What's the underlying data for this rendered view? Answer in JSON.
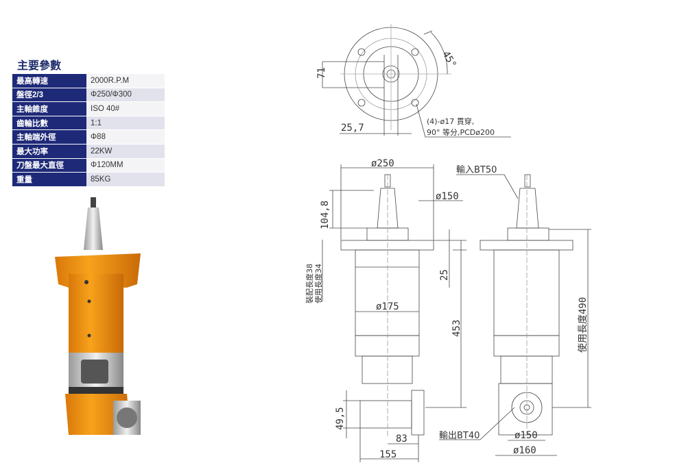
{
  "section_title": "主要參數",
  "specs": [
    {
      "label": "最高轉速",
      "value": "2000R.P.M"
    },
    {
      "label": "盤徑2/3",
      "value": "Φ250/Φ300"
    },
    {
      "label": "主軸錐度",
      "value": "ISO 40#"
    },
    {
      "label": "齒輪比數",
      "value": "1:1"
    },
    {
      "label": "主軸端外徑",
      "value": "Φ88"
    },
    {
      "label": "最大功率",
      "value": "22KW"
    },
    {
      "label": "刀盤最大直徑",
      "value": "Φ120MM"
    },
    {
      "label": "重量",
      "value": "85KG"
    }
  ],
  "drawing": {
    "top_view": {
      "angle": "45°",
      "dim_71": "71",
      "dim_257": "25,7",
      "hole_note_1": "(4)-ø17 貫穿,",
      "hole_note_2": "90° 等分,PCDø200"
    },
    "front_view": {
      "dia_250": "ø250",
      "dia_150": "ø150",
      "h_1048": "104,8",
      "h_25": "25",
      "dia_175": "ø175",
      "h_453": "453",
      "h_495": "49,5",
      "w_83": "83",
      "w_155": "155",
      "assembly_len": "裝配長度38",
      "use_len": "使用長度34"
    },
    "side_view": {
      "input": "輸入BT50",
      "output": "輸出BT40",
      "use_len_490": "使用長度490",
      "dia_150": "ø150",
      "dia_160": "ø160"
    }
  }
}
